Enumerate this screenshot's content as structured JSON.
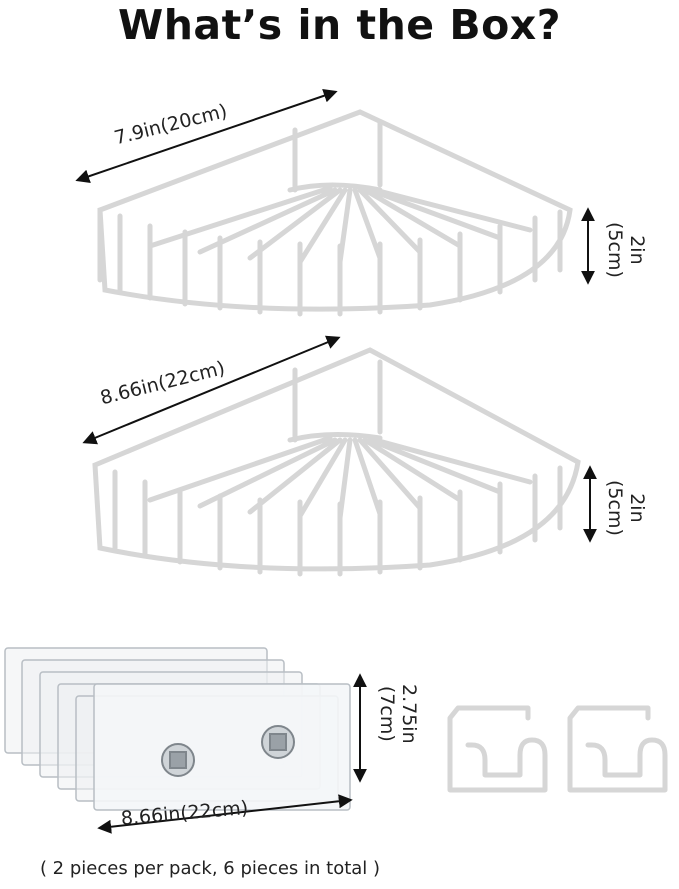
{
  "title": "What’s in the Box?",
  "shelf_top": {
    "length": "7.9in(20cm)",
    "height_line1": "2in",
    "height_line2": "(5cm)"
  },
  "shelf_bottom": {
    "length": "8.66in(22cm)",
    "height_line1": "2in",
    "height_line2": "(5cm)"
  },
  "adhesive_pads": {
    "length": "8.66in(22cm)",
    "height_line1": "2.75in",
    "height_line2": "(7cm)"
  },
  "caption": "( 2 pieces per pack, 6 pieces in total )",
  "colors": {
    "wire": "#d9d9d9",
    "text": "#111111",
    "pad": "#e8ecef"
  }
}
